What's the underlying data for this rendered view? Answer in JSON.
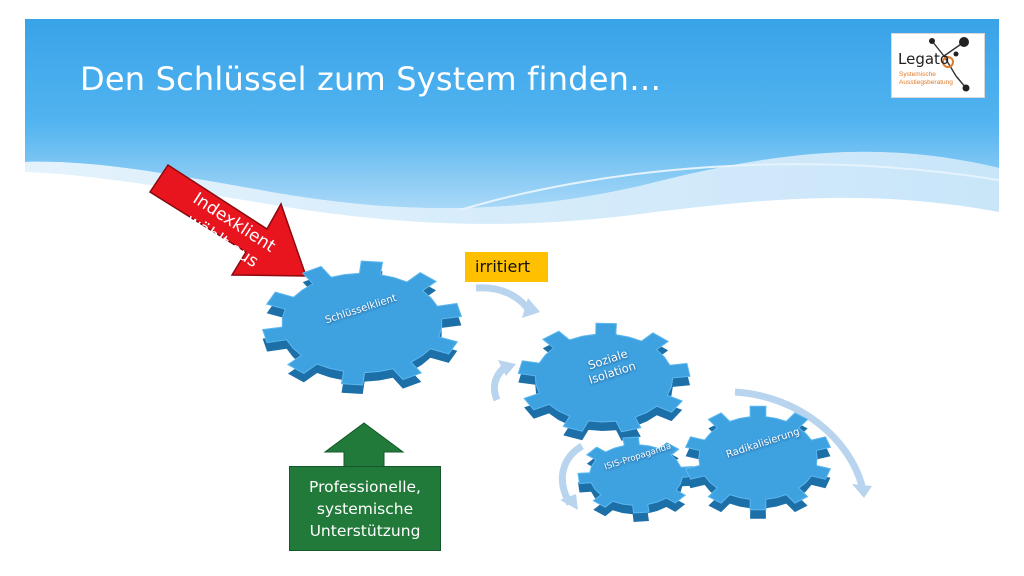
{
  "slide": {
    "title": "Den Schlüssel zum System finden…"
  },
  "logo": {
    "name": "Legato",
    "subtitle_line1": "Systemische",
    "subtitle_line2": "Ausstiegsberatung"
  },
  "labels": {
    "red_arrow": "Indexklient wählt aus",
    "irritiert": "irritiert",
    "green_arrow": "Professionelle, systemische Unterstützung"
  },
  "gears": [
    {
      "id": "schluesselklient",
      "label": "Schlüsselklient"
    },
    {
      "id": "soziale-isolation",
      "label": "Soziale Isolation"
    },
    {
      "id": "isis-propaganda",
      "label": "ISIS-Propaganda"
    },
    {
      "id": "radikalisierung",
      "label": "Radikalisierung"
    }
  ],
  "colors": {
    "header_blue": "#3aa6ea",
    "gear_blue": "#3ea1e0",
    "gear_side": "#1d6fa8",
    "red_arrow": "#e8141e",
    "green_arrow": "#217a3a",
    "yellow_box": "#ffc000",
    "curved_arrow": "#b8d4ee"
  }
}
